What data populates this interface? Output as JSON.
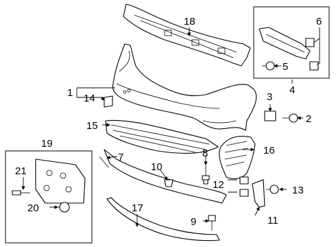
{
  "callouts": [
    "1",
    "2",
    "3",
    "4",
    "5",
    "6",
    "7",
    "8",
    "9",
    "10",
    "11",
    "12",
    "13",
    "14",
    "15",
    "16",
    "17",
    "18",
    "19",
    "20",
    "21"
  ]
}
